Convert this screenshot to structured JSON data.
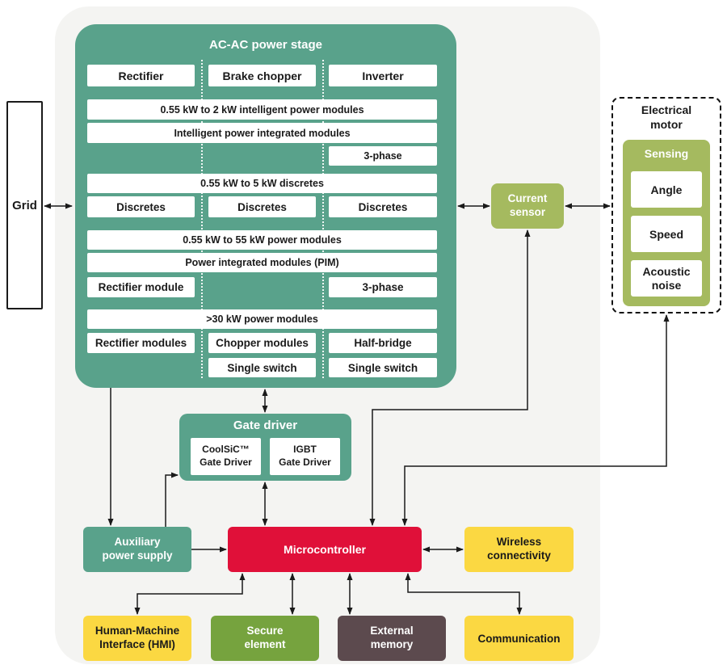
{
  "colors": {
    "background": "#f4f4f2",
    "teal": "#59a28b",
    "olive_green": "#a5ba5f",
    "red": "#e01039",
    "yellow": "#fbd842",
    "green": "#76a33e",
    "dark_mauve": "#5c4a4e",
    "line": "#1a1a1a"
  },
  "grid": {
    "label": "Grid"
  },
  "power_stage": {
    "title": "AC-AC power stage",
    "rectifier": "Rectifier",
    "brake_chopper": "Brake chopper",
    "inverter": "Inverter",
    "ipm_row": "0.55 kW to 2 kW intelligent power modules",
    "ipim_row": "Intelligent power integrated modules",
    "three_phase_top": "3-phase",
    "discretes_row": "0.55 kW to 5 kW discretes",
    "discretes_rectifier": "Discretes",
    "discretes_chopper": "Discretes",
    "discretes_inverter": "Discretes",
    "power_modules_row": "0.55 kW to 55 kW power modules",
    "pim_row": "Power integrated modules (PIM)",
    "rectifier_module": "Rectifier module",
    "three_phase_mid": "3-phase",
    "high_power_row": ">30 kW power modules",
    "rectifier_modules": "Rectifier modules",
    "chopper_modules": "Chopper modules",
    "half_bridge": "Half-bridge",
    "single_switch_chopper": "Single switch",
    "single_switch_inverter": "Single switch"
  },
  "current_sensor": {
    "label": "Current\nsensor"
  },
  "motor": {
    "title": "Electrical\nmotor",
    "sensing_title": "Sensing",
    "angle": "Angle",
    "speed": "Speed",
    "acoustic_noise": "Acoustic\nnoise"
  },
  "gate_driver": {
    "title": "Gate driver",
    "coolsic": "CoolSiC™\nGate Driver",
    "igbt": "IGBT\nGate Driver"
  },
  "aux_power": {
    "label": "Auxiliary\npower supply"
  },
  "microcontroller": {
    "label": "Microcontroller"
  },
  "wireless": {
    "label": "Wireless\nconnectivity"
  },
  "hmi": {
    "label": "Human-Machine\nInterface (HMI)"
  },
  "secure_element": {
    "label": "Secure\nelement"
  },
  "external_memory": {
    "label": "External\nmemory"
  },
  "communication": {
    "label": "Communication"
  }
}
